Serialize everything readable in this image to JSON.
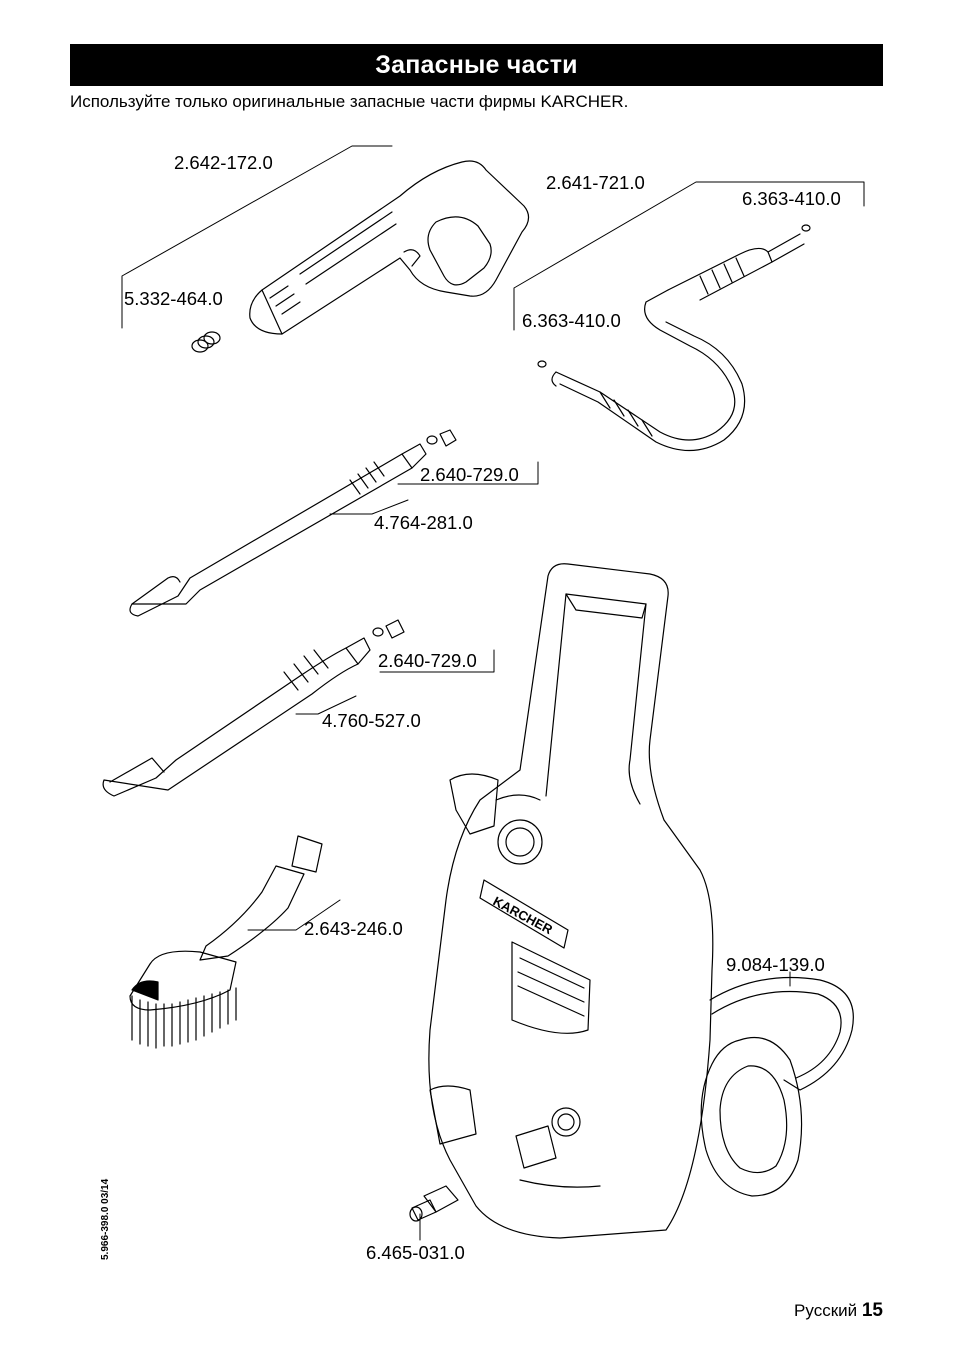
{
  "header": {
    "title": "Запасные части",
    "intro": "Используйте только оригинальные запасные части фирмы KARCHER."
  },
  "parts": {
    "gun": "2.642-172.0",
    "gun_spring": "5.332-464.0",
    "hose": "2.641-721.0",
    "hose_oring_right": "6.363-410.0",
    "hose_oring_left": "6.363-410.0",
    "lance_oring": "2.640-729.0",
    "lance": "4.764-281.0",
    "vario_oring": "2.640-729.0",
    "vario_lance": "4.760-527.0",
    "brush": "2.643-246.0",
    "garden_hose": "9.084-139.0",
    "coupling": "6.465-031.0"
  },
  "drawing": {
    "brand_text": "KARCHER"
  },
  "footer": {
    "language": "Русский",
    "page_number": "15",
    "doc_code": "5.966-398.0  03/14"
  }
}
